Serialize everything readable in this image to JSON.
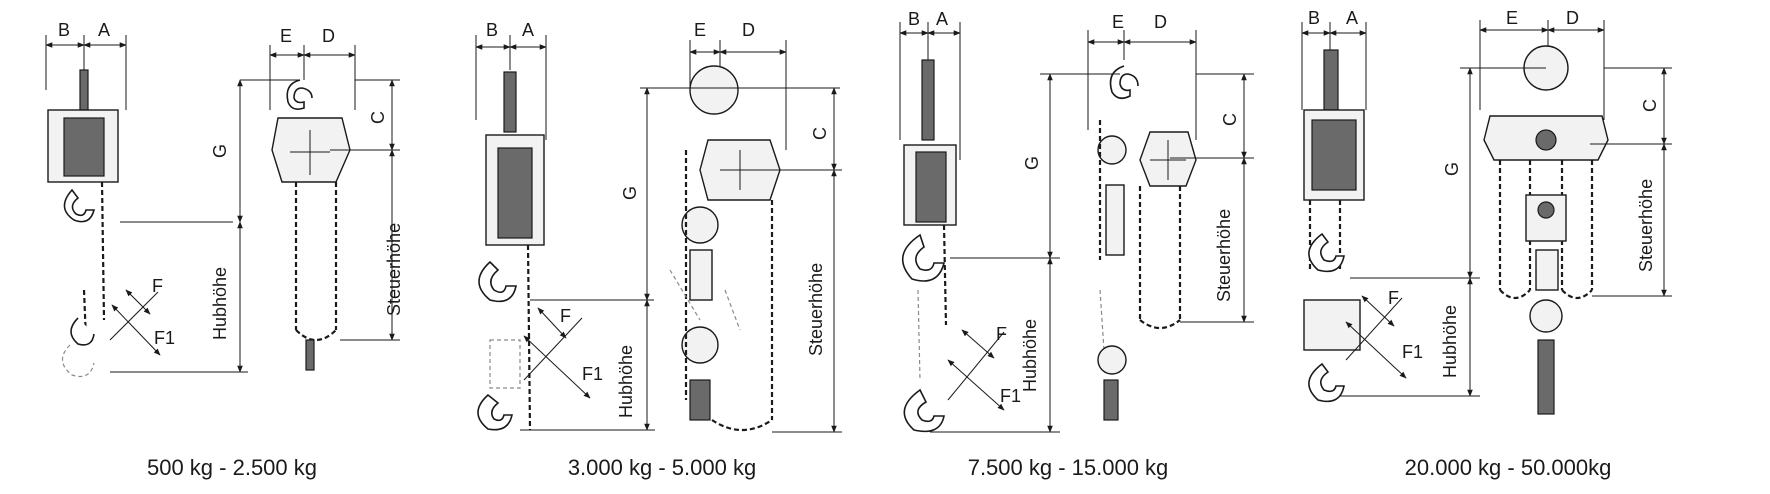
{
  "groups": [
    {
      "caption": "500 kg - 2.500 kg",
      "labels": {
        "B": "B",
        "A": "A",
        "E": "E",
        "D": "D",
        "C": "C",
        "G": "G",
        "F": "F",
        "F1": "F1",
        "hub": "Hubhöhe",
        "steuer": "Steuerhöhe"
      }
    },
    {
      "caption": "3.000 kg - 5.000 kg",
      "labels": {
        "B": "B",
        "A": "A",
        "E": "E",
        "D": "D",
        "C": "C",
        "G": "G",
        "F": "F",
        "F1": "F1",
        "hub": "Hubhöhe",
        "steuer": "Steuerhöhe"
      }
    },
    {
      "caption": "7.500 kg - 15.000 kg",
      "labels": {
        "B": "B",
        "A": "A",
        "E": "E",
        "D": "D",
        "C": "C",
        "G": "G",
        "F": "F",
        "F1": "F1",
        "hub": "Hubhöhe",
        "steuer": "Steuerhöhe"
      }
    },
    {
      "caption": "20.000 kg - 50.000kg",
      "labels": {
        "B": "B",
        "A": "A",
        "E": "E",
        "D": "D",
        "C": "C",
        "G": "G",
        "F": "F",
        "F1": "F1",
        "hub": "Hubhöhe",
        "steuer": "Steuerhöhe"
      }
    }
  ]
}
